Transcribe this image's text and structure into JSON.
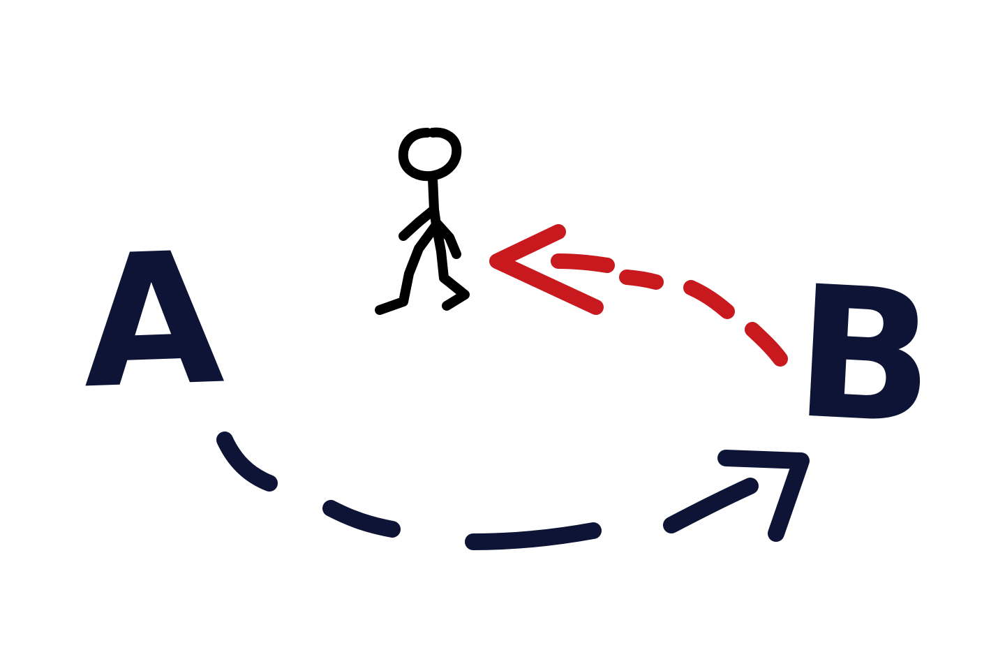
{
  "nodes": {
    "start": {
      "label": "A"
    },
    "end": {
      "label": "B"
    }
  },
  "colors": {
    "ink": "#0d1436",
    "return_arrow": "#c8191e",
    "figure": "#000000",
    "background": "#ffffff"
  },
  "edges": [
    {
      "from": "A",
      "to": "B",
      "style": "dashed",
      "color": "ink"
    },
    {
      "from": "B",
      "to": "walker",
      "style": "dashed",
      "color": "return_arrow"
    }
  ],
  "icons": [
    "walking-person-icon"
  ]
}
